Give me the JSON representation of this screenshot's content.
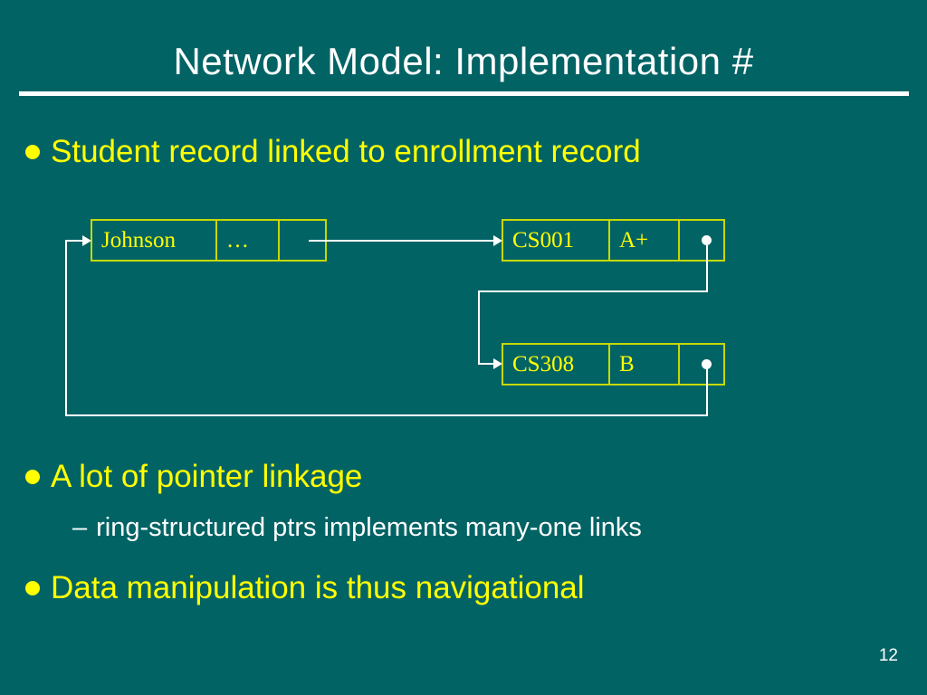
{
  "slide": {
    "title": "Network Model: Implementation #",
    "page_number": "12",
    "colors": {
      "background": "#026365",
      "title_text": "#ffffff",
      "bullet_text": "#ffff00",
      "subbullet_text": "#ffffff",
      "box_border": "#c6d900",
      "box_text": "#ffff00",
      "link_line": "#ffffff"
    }
  },
  "bullets": [
    {
      "text": "Student record linked to enrollment record",
      "level": 1
    },
    {
      "text": "A lot of pointer linkage",
      "level": 1
    },
    {
      "text": "ring-structured ptrs implements many-one links",
      "level": 2,
      "dash": "–"
    },
    {
      "text": "Data manipulation is thus navigational",
      "level": 1
    }
  ],
  "diagram": {
    "records": [
      {
        "id": "student-record",
        "cells": [
          {
            "name": "student-name",
            "value": "Johnson"
          },
          {
            "name": "student-other-fields",
            "value": "…"
          },
          {
            "name": "student-pointer",
            "value": ""
          }
        ]
      },
      {
        "id": "enrollment-record-1",
        "cells": [
          {
            "name": "course-code",
            "value": "CS001"
          },
          {
            "name": "grade",
            "value": "A+"
          },
          {
            "name": "next-pointer",
            "value": ""
          }
        ]
      },
      {
        "id": "enrollment-record-2",
        "cells": [
          {
            "name": "course-code",
            "value": "CS308"
          },
          {
            "name": "grade",
            "value": "B"
          },
          {
            "name": "next-pointer",
            "value": ""
          }
        ]
      }
    ]
  }
}
